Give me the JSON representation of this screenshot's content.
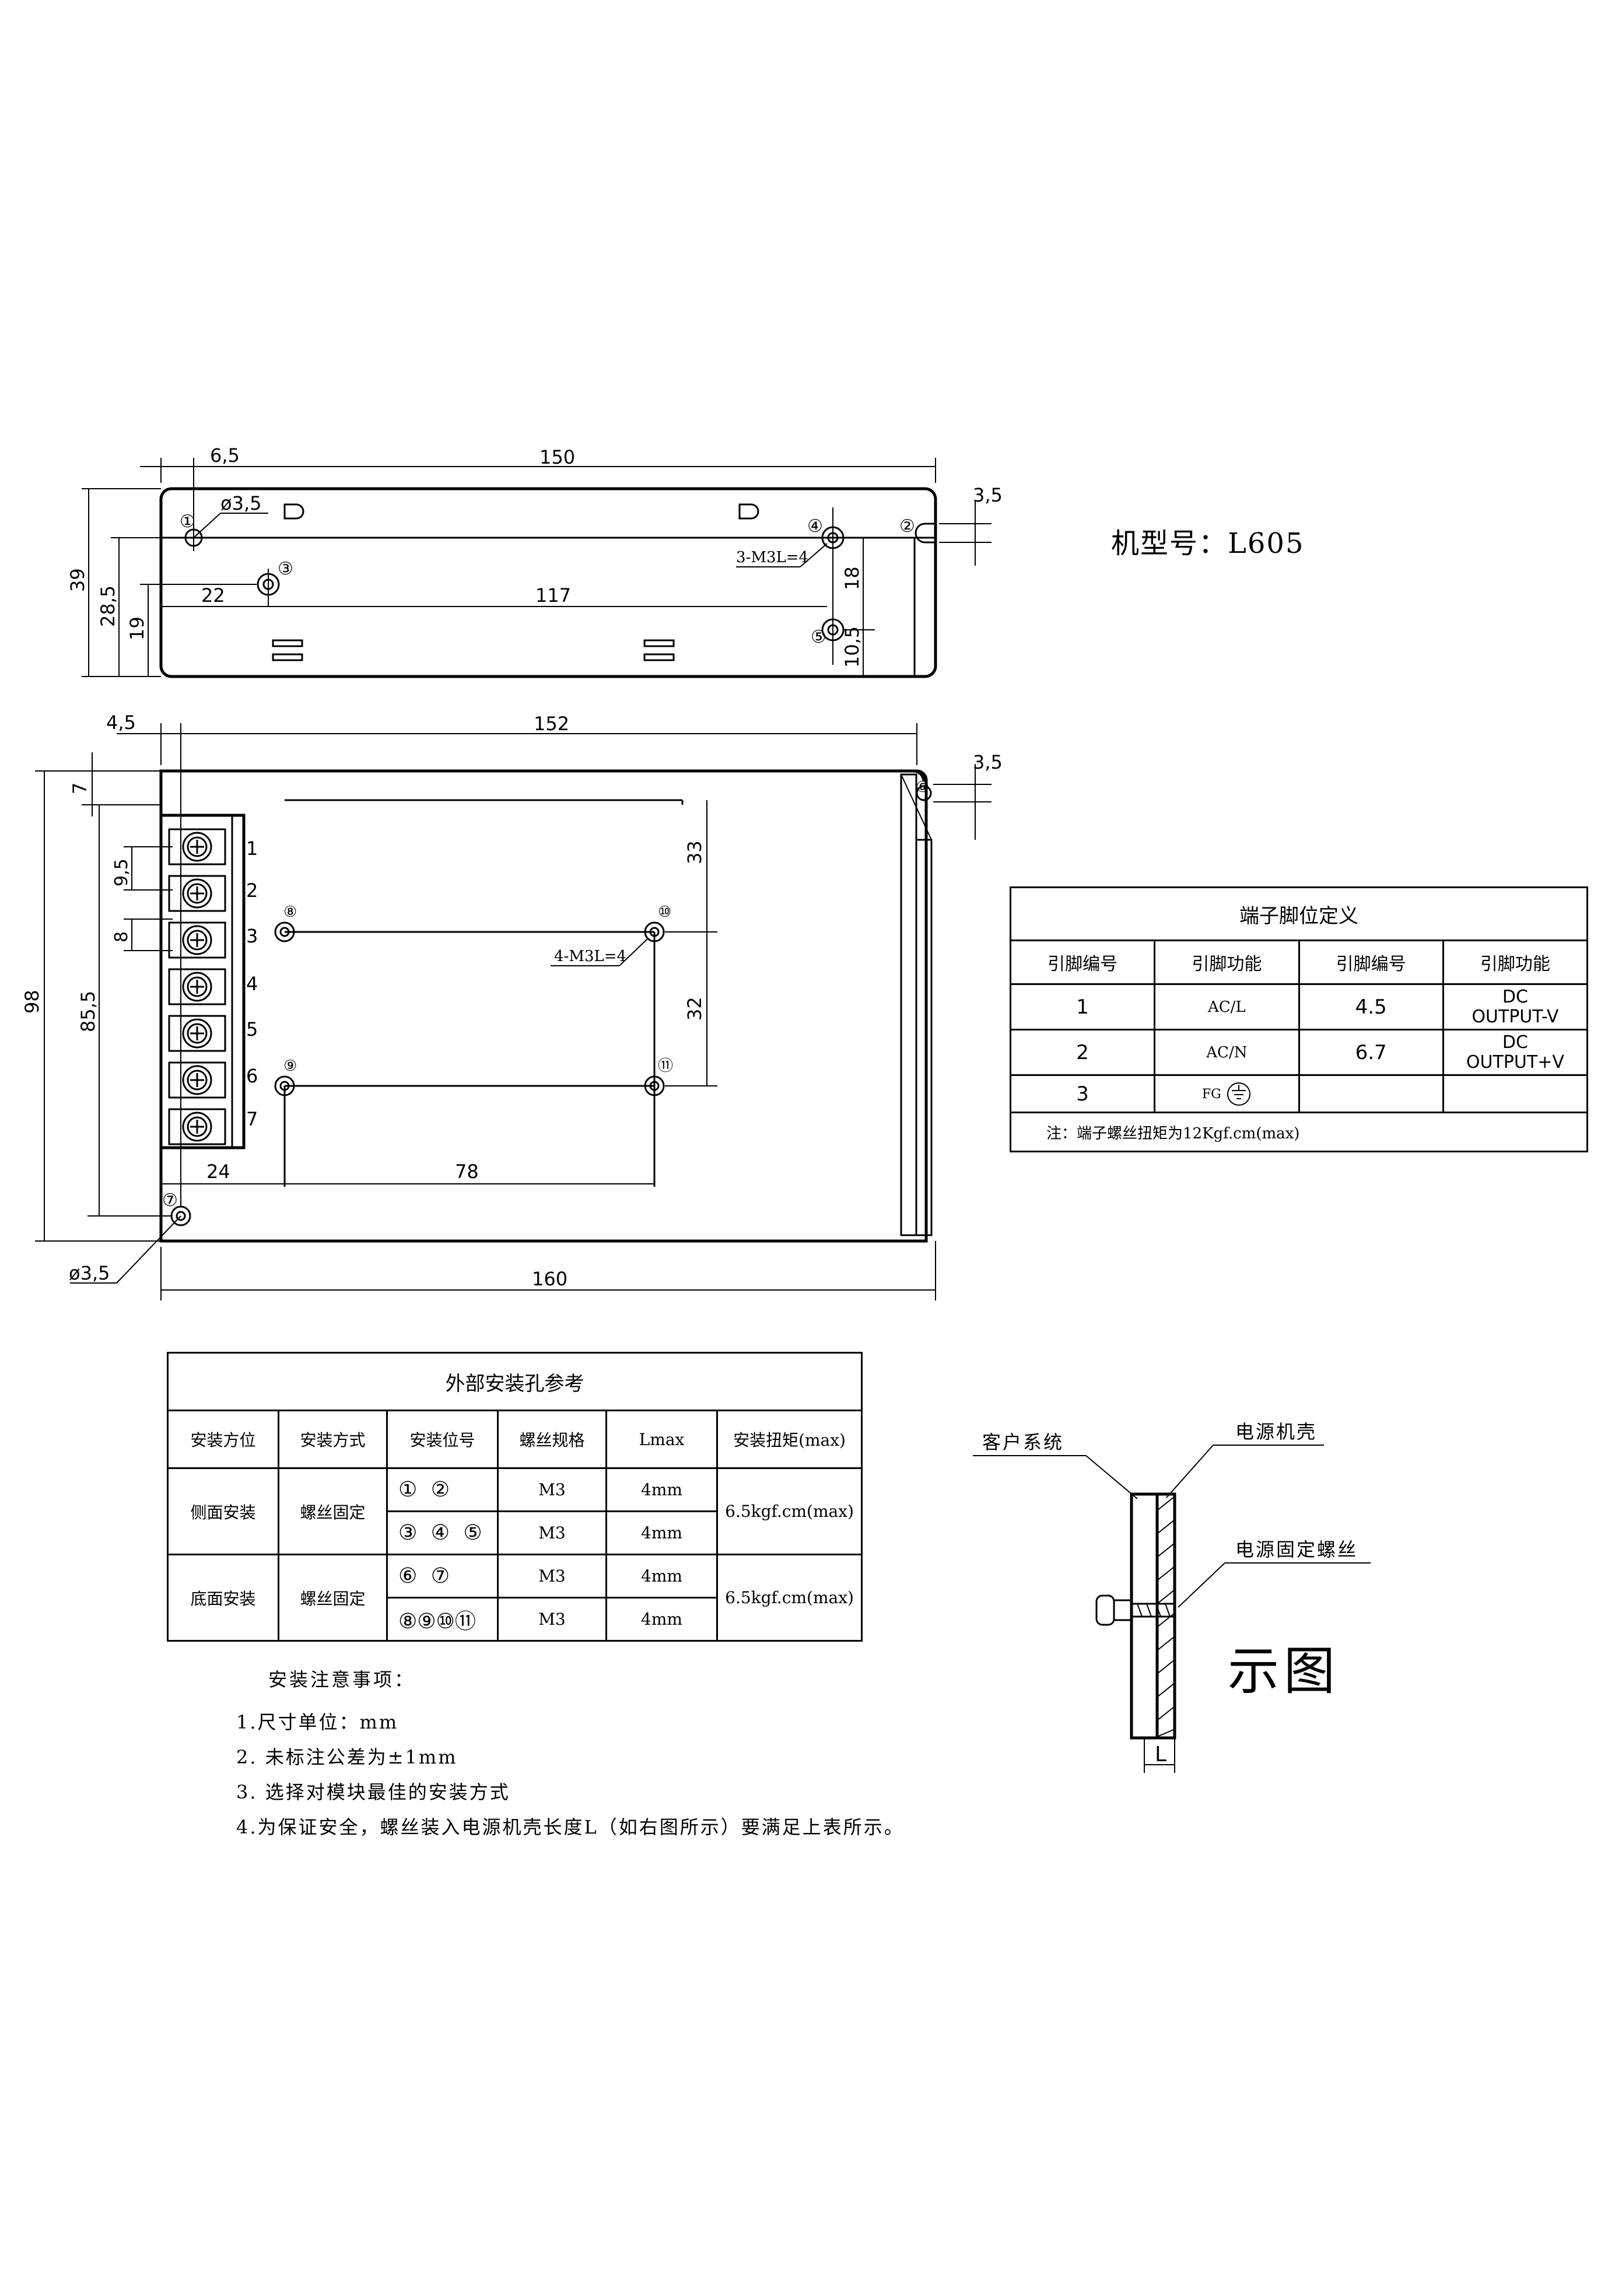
{
  "model": {
    "label": "机型号：L605"
  },
  "top_view": {
    "dims": {
      "d6_5": "6,5",
      "d150": "150",
      "d3_5": "3,5",
      "phi3_5": "ø3,5",
      "screw": "3-M3L=4",
      "d39": "39",
      "d28_5": "28,5",
      "d19": "19",
      "d22": "22",
      "d117": "117",
      "d18": "18",
      "d10_5": "10,5"
    },
    "holes": {
      "h1": "①",
      "h2": "②",
      "h3": "③",
      "h4": "④",
      "h5": "⑤"
    }
  },
  "bottom_view": {
    "dims": {
      "d4_5": "4,5",
      "d152": "152",
      "d3_5": "3,5",
      "d7": "7",
      "d9_5": "9,5",
      "d8": "8",
      "d98": "98",
      "d85_5": "85,5",
      "d33": "33",
      "d32": "32",
      "screw": "4-M3L=4",
      "d24": "24",
      "d78": "78",
      "d160": "160",
      "phi3_5": "ø3,5"
    },
    "holes": {
      "h6": "⑥",
      "h7": "⑦",
      "h8": "⑧",
      "h9": "⑨",
      "h10": "⑩",
      "h11": "⑪"
    },
    "terminals": [
      "1",
      "2",
      "3",
      "4",
      "5",
      "6",
      "7"
    ]
  },
  "pin_table": {
    "title": "端子脚位定义",
    "headers": [
      "引脚编号",
      "引脚功能",
      "引脚编号",
      "引脚功能"
    ],
    "rows": [
      {
        "pin_a": "1",
        "func_a": "AC/L",
        "pin_b": "4.5",
        "func_b_1": "DC",
        "func_b_2": "OUTPUT-V"
      },
      {
        "pin_a": "2",
        "func_a": "AC/N",
        "pin_b": "6.7",
        "func_b_1": "DC",
        "func_b_2": "OUTPUT+V"
      },
      {
        "pin_a": "3",
        "func_a": "FG",
        "pin_b": "",
        "func_b_1": "",
        "func_b_2": ""
      }
    ],
    "note": "注：端子螺丝扭矩为12Kgf.cm(max)"
  },
  "mount_table": {
    "title": "外部安装孔参考",
    "headers": [
      "安装方位",
      "安装方式",
      "安装位号",
      "螺丝规格",
      "Lmax",
      "安装扭矩(max)"
    ],
    "groups": [
      {
        "direction": "侧面安装",
        "method": "螺丝固定",
        "torque": "6.5kgf.cm(max)",
        "rows": [
          {
            "positions": "① ②",
            "spec": "M3",
            "lmax": "4mm"
          },
          {
            "positions": "③ ④ ⑤",
            "spec": "M3",
            "lmax": "4mm"
          }
        ]
      },
      {
        "direction": "底面安装",
        "method": "螺丝固定",
        "torque": "6.5kgf.cm(max)",
        "rows": [
          {
            "positions": "⑥ ⑦",
            "spec": "M3",
            "lmax": "4mm"
          },
          {
            "positions": "⑧⑨⑩⑪",
            "spec": "M3",
            "lmax": "4mm"
          }
        ]
      }
    ]
  },
  "notes": {
    "title": "安装注意事项：",
    "items": [
      "1.尺寸单位：mm",
      "2. 未标注公差为±1mm",
      "3. 选择对模块最佳的安装方式",
      "4.为保证安全，螺丝装入电源机壳长度L（如右图所示）要满足上表所示。"
    ]
  },
  "side_diagram": {
    "customer_system": "客户系统",
    "psu_case": "电源机壳",
    "fixing_screw": "电源固定螺丝",
    "caption": "示图",
    "l_label": "L"
  }
}
